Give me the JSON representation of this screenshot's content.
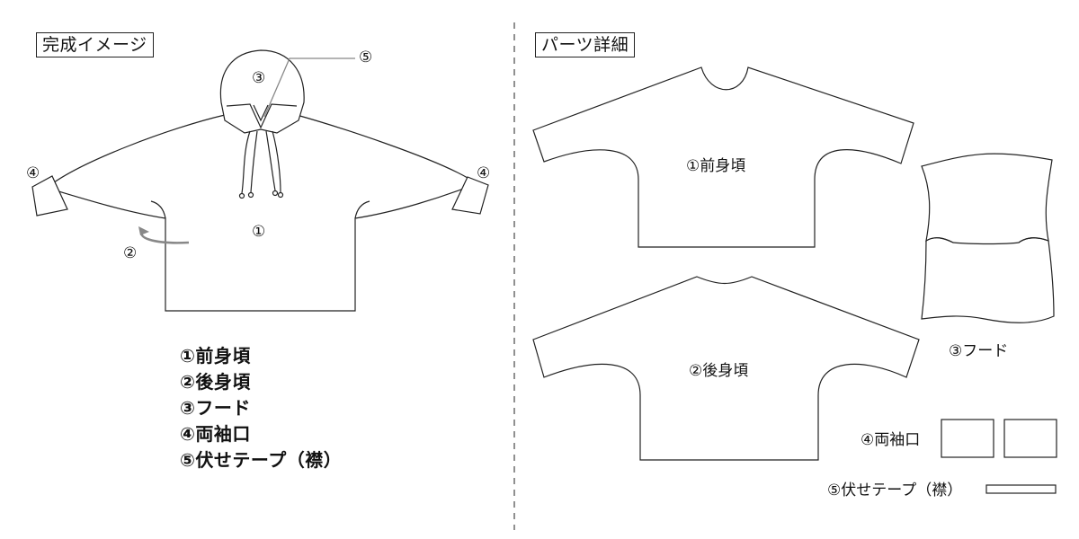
{
  "left_title": "完成イメージ",
  "right_title": "パーツ詳細",
  "marks": {
    "body": "①",
    "back": "②",
    "hood": "③",
    "cuff": "④",
    "tape": "⑤"
  },
  "legend": [
    "①前身頃",
    "②後身頃",
    "③フード",
    "④両袖口",
    "⑤伏せテープ（襟）"
  ],
  "parts": {
    "front": "①前身頃",
    "back": "②後身頃",
    "hood": "③フード",
    "cuff": "④両袖口",
    "tape": "⑤伏せテープ（襟）"
  },
  "colors": {
    "line": "#222222",
    "arrow": "#888888",
    "divider": "#555555"
  }
}
